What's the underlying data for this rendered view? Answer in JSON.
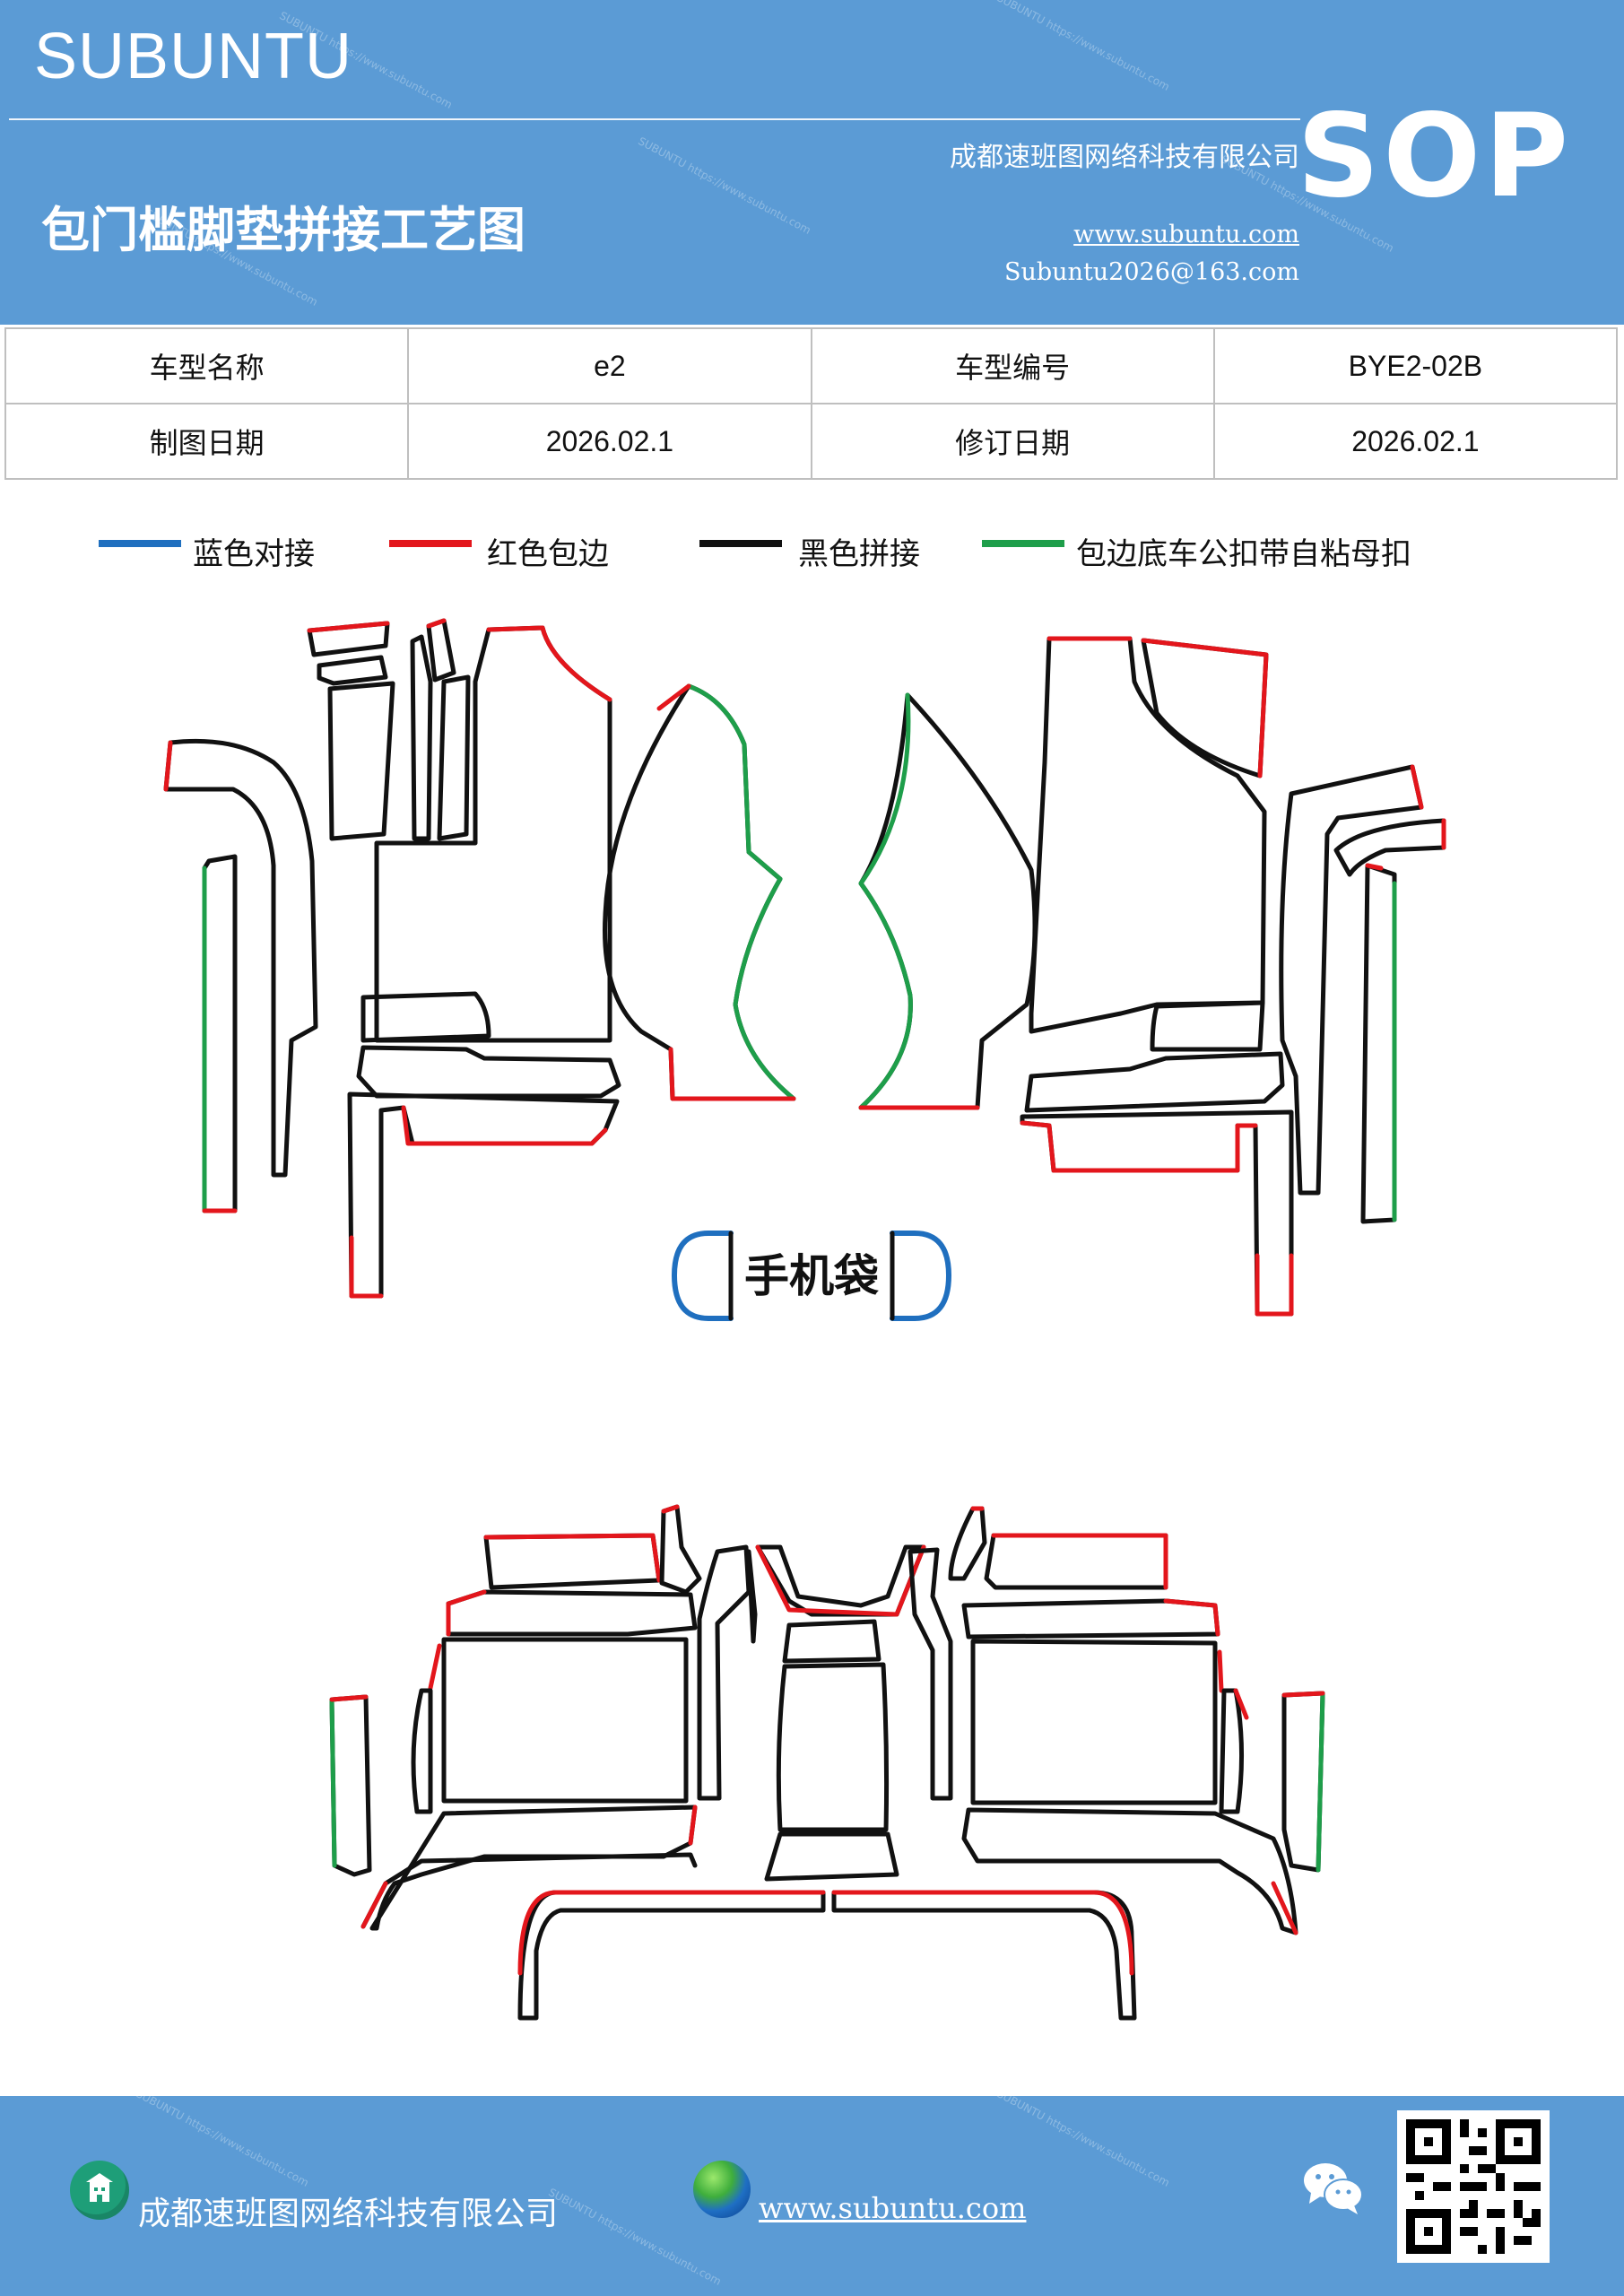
{
  "header": {
    "brand": "SUBUNTU",
    "badge": "SOP",
    "title": "包门槛脚垫拼接工艺图",
    "company": "成都速班图网络科技有限公司",
    "website": "www.subuntu.com",
    "email": "Subuntu2026@163.com"
  },
  "info_table": {
    "model_name_label": "车型名称",
    "model_name_value": "e2",
    "model_code_label": "车型编号",
    "model_code_value": "BYE2-02B",
    "draw_date_label": "制图日期",
    "draw_date_value": "2026.02.1",
    "revise_date_label": "修订日期",
    "revise_date_value": "2026.02.1"
  },
  "legend": [
    {
      "label": "蓝色对接",
      "color": "#1f6fbf"
    },
    {
      "label": "红色包边",
      "color": "#e3161c"
    },
    {
      "label": "黑色拼接",
      "color": "#111111"
    },
    {
      "label": "包边底车公扣带自粘母扣",
      "color": "#1e9e4a"
    }
  ],
  "drawing": {
    "phone_bag_label": "手机袋"
  },
  "footer": {
    "company": "成都速班图网络科技有限公司",
    "website": "www.subuntu.com",
    "building_icon": "building-icon",
    "globe_icon": "globe-icon",
    "wechat_icon": "wechat-icon"
  },
  "colors": {
    "header_bg": "#5b9bd5",
    "blue_joint": "#1f6fbf",
    "red_edge": "#e3161c",
    "black_joint": "#111111",
    "green_edge": "#1e9e4a"
  }
}
